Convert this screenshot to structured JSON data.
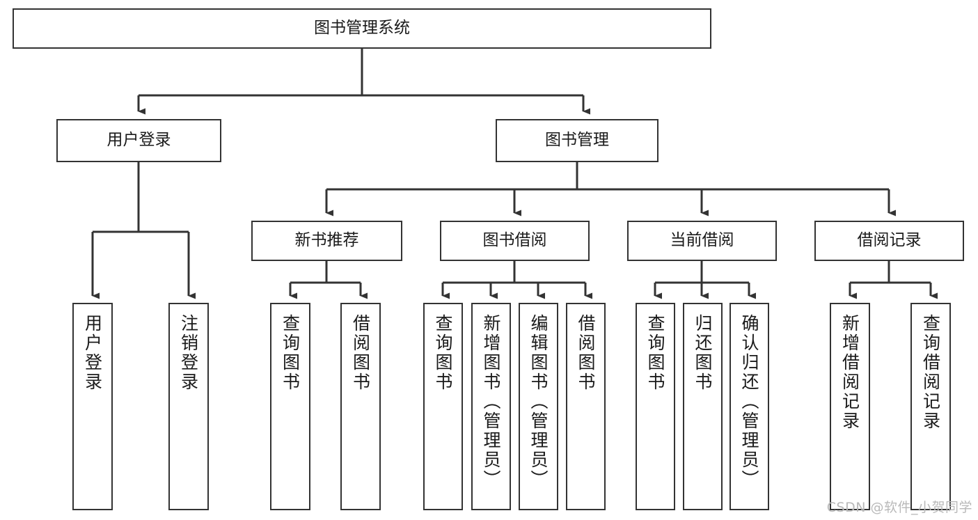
{
  "diagram": {
    "title": "图书管理系统",
    "type": "tree-hierarchy-chart",
    "colors": {
      "box_border": "#333333",
      "box_fill": "#ffffff",
      "edge": "#333333",
      "text": "#1a1a1a",
      "watermark": "#b9b9b9",
      "background": "#ffffff"
    },
    "watermark": "CSDN @软件_小贺同学",
    "levels": [
      {
        "level": 1,
        "nodes": [
          {
            "id": "root",
            "label": "图书管理系统",
            "orientation": "horizontal"
          }
        ]
      },
      {
        "level": 2,
        "nodes": [
          {
            "id": "login",
            "label": "用户登录",
            "orientation": "horizontal",
            "parent": "root"
          },
          {
            "id": "bookmgmt",
            "label": "图书管理",
            "orientation": "horizontal",
            "parent": "root"
          }
        ]
      },
      {
        "level": 3,
        "nodes": [
          {
            "id": "newbook",
            "label": "新书推荐",
            "orientation": "horizontal",
            "parent": "bookmgmt"
          },
          {
            "id": "borrow",
            "label": "图书借阅",
            "orientation": "horizontal",
            "parent": "bookmgmt"
          },
          {
            "id": "current",
            "label": "当前借阅",
            "orientation": "horizontal",
            "parent": "bookmgmt"
          },
          {
            "id": "records",
            "label": "借阅记录",
            "orientation": "horizontal",
            "parent": "bookmgmt"
          }
        ]
      },
      {
        "level": 4,
        "nodes": [
          {
            "id": "leaf-user-login",
            "label": "用户登录",
            "orientation": "vertical",
            "parent": "login"
          },
          {
            "id": "leaf-user-logout",
            "label": "注销登录",
            "orientation": "vertical",
            "parent": "login"
          },
          {
            "id": "leaf-newbook-query",
            "label": "查询图书",
            "orientation": "vertical",
            "parent": "newbook"
          },
          {
            "id": "leaf-newbook-borrow",
            "label": "借阅图书",
            "orientation": "vertical",
            "parent": "newbook"
          },
          {
            "id": "leaf-borrow-query",
            "label": "查询图书",
            "orientation": "vertical",
            "parent": "borrow"
          },
          {
            "id": "leaf-borrow-add",
            "label": "新增图书（管理员）",
            "orientation": "vertical",
            "parent": "borrow"
          },
          {
            "id": "leaf-borrow-edit",
            "label": "编辑图书（管理员）",
            "orientation": "vertical",
            "parent": "borrow"
          },
          {
            "id": "leaf-borrow-lend",
            "label": "借阅图书",
            "orientation": "vertical",
            "parent": "borrow"
          },
          {
            "id": "leaf-current-query",
            "label": "查询图书",
            "orientation": "vertical",
            "parent": "current"
          },
          {
            "id": "leaf-current-return",
            "label": "归还图书",
            "orientation": "vertical",
            "parent": "current"
          },
          {
            "id": "leaf-current-confirm",
            "label": "确认归还（管理员）",
            "orientation": "vertical",
            "parent": "current"
          },
          {
            "id": "leaf-records-add",
            "label": "新增借阅记录",
            "orientation": "vertical",
            "parent": "records"
          },
          {
            "id": "leaf-records-query",
            "label": "查询借阅记录",
            "orientation": "vertical",
            "parent": "records"
          }
        ]
      }
    ]
  }
}
